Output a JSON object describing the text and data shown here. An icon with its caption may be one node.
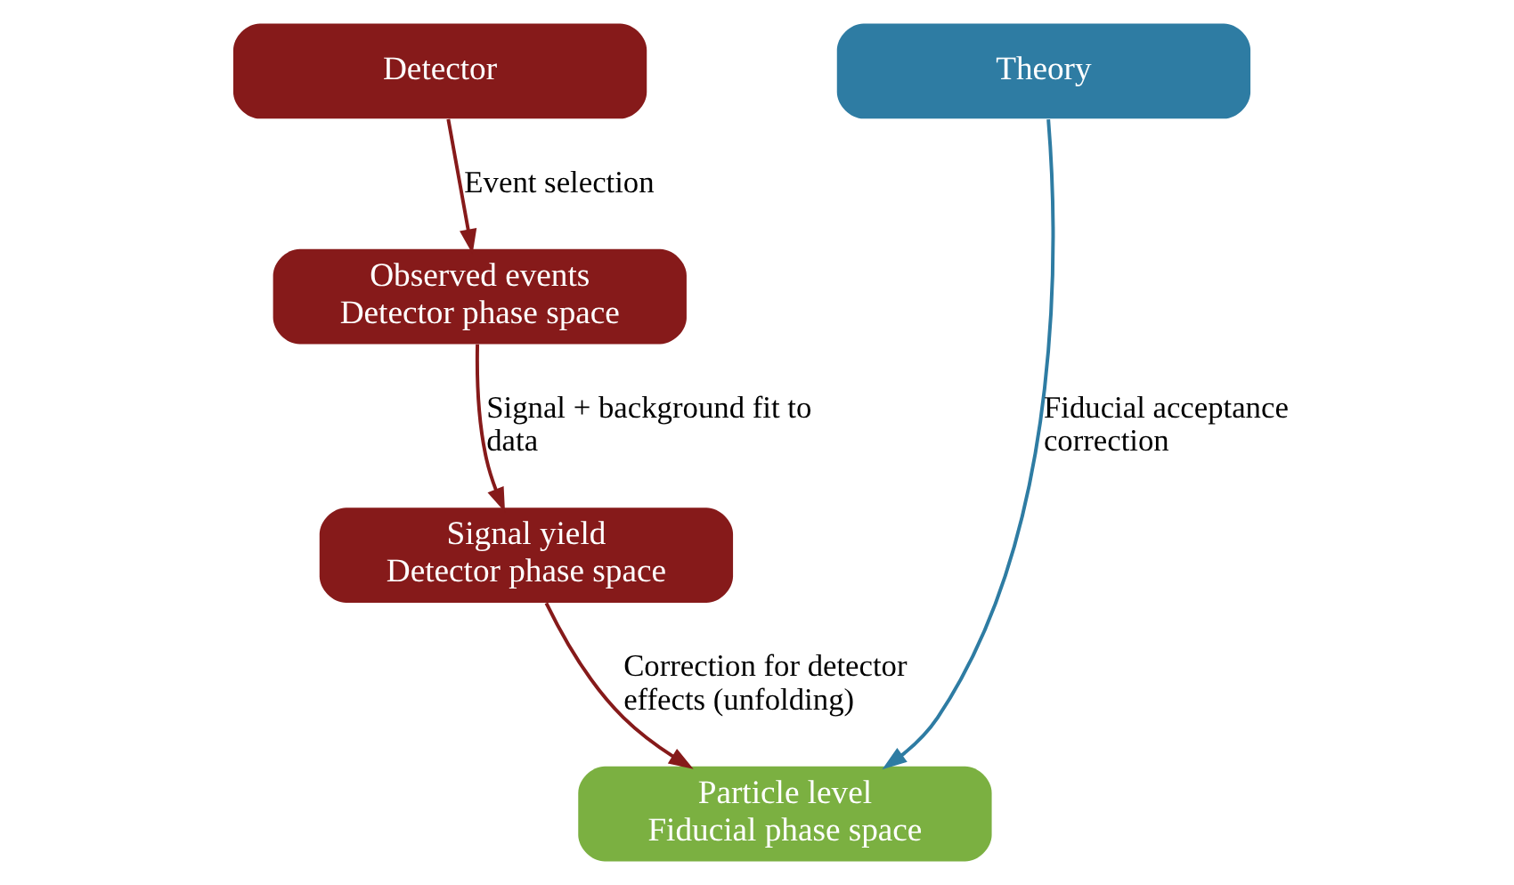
{
  "diagram": {
    "nodes": [
      {
        "text": [
          "Detector"
        ]
      },
      {
        "text": [
          "Observed events",
          "Detector phase space"
        ]
      },
      {
        "text": [
          "Signal yield",
          "Detector phase space"
        ]
      },
      {
        "text": [
          "Particle level",
          "Fiducial phase space"
        ]
      },
      {
        "text": [
          "Theory"
        ]
      }
    ],
    "edges": [
      {
        "from": 0,
        "to": 1,
        "arrow": "to",
        "label": "Event selection"
      },
      {
        "from": 1,
        "to": 2,
        "arrow": "to",
        "label": "Signal + background fit to data"
      },
      {
        "from": 2,
        "to": 3,
        "arrow": "to",
        "label": "Correction for detector effects (unfolding)"
      },
      {
        "from": 4,
        "to": 3,
        "arrow": "to",
        "label": "Fiducial acceptance correction",
        "color": "#2e7ca3"
      }
    ]
  }
}
